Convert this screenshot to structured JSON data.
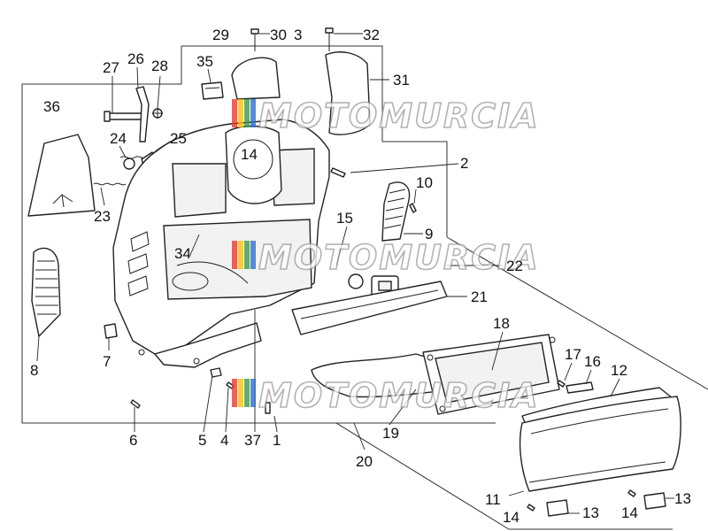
{
  "watermark": "MOTOMURCIA",
  "watermark_colors": [
    "#e63c2c",
    "#f2c21b",
    "#3a9b45",
    "#2c6fd1"
  ],
  "callouts": {
    "c1": "1",
    "c2": "2",
    "c3": "3",
    "c4": "4",
    "c5": "5",
    "c6": "6",
    "c7": "7",
    "c8": "8",
    "c9": "9",
    "c10": "10",
    "c11": "11",
    "c12": "12",
    "c13a": "13",
    "c13b": "13",
    "c14": "14",
    "c14a": "14",
    "c14b": "14",
    "c15": "15",
    "c16": "16",
    "c17": "17",
    "c18": "18",
    "c19": "19",
    "c20": "20",
    "c21": "21",
    "c22": "22",
    "c23": "23",
    "c24": "24",
    "c25": "25",
    "c26": "26",
    "c27": "27",
    "c28": "28",
    "c29": "29",
    "c30": "30",
    "c31": "31",
    "c32": "32",
    "c34": "34",
    "c35": "35",
    "c36": "36",
    "c37": "37"
  }
}
